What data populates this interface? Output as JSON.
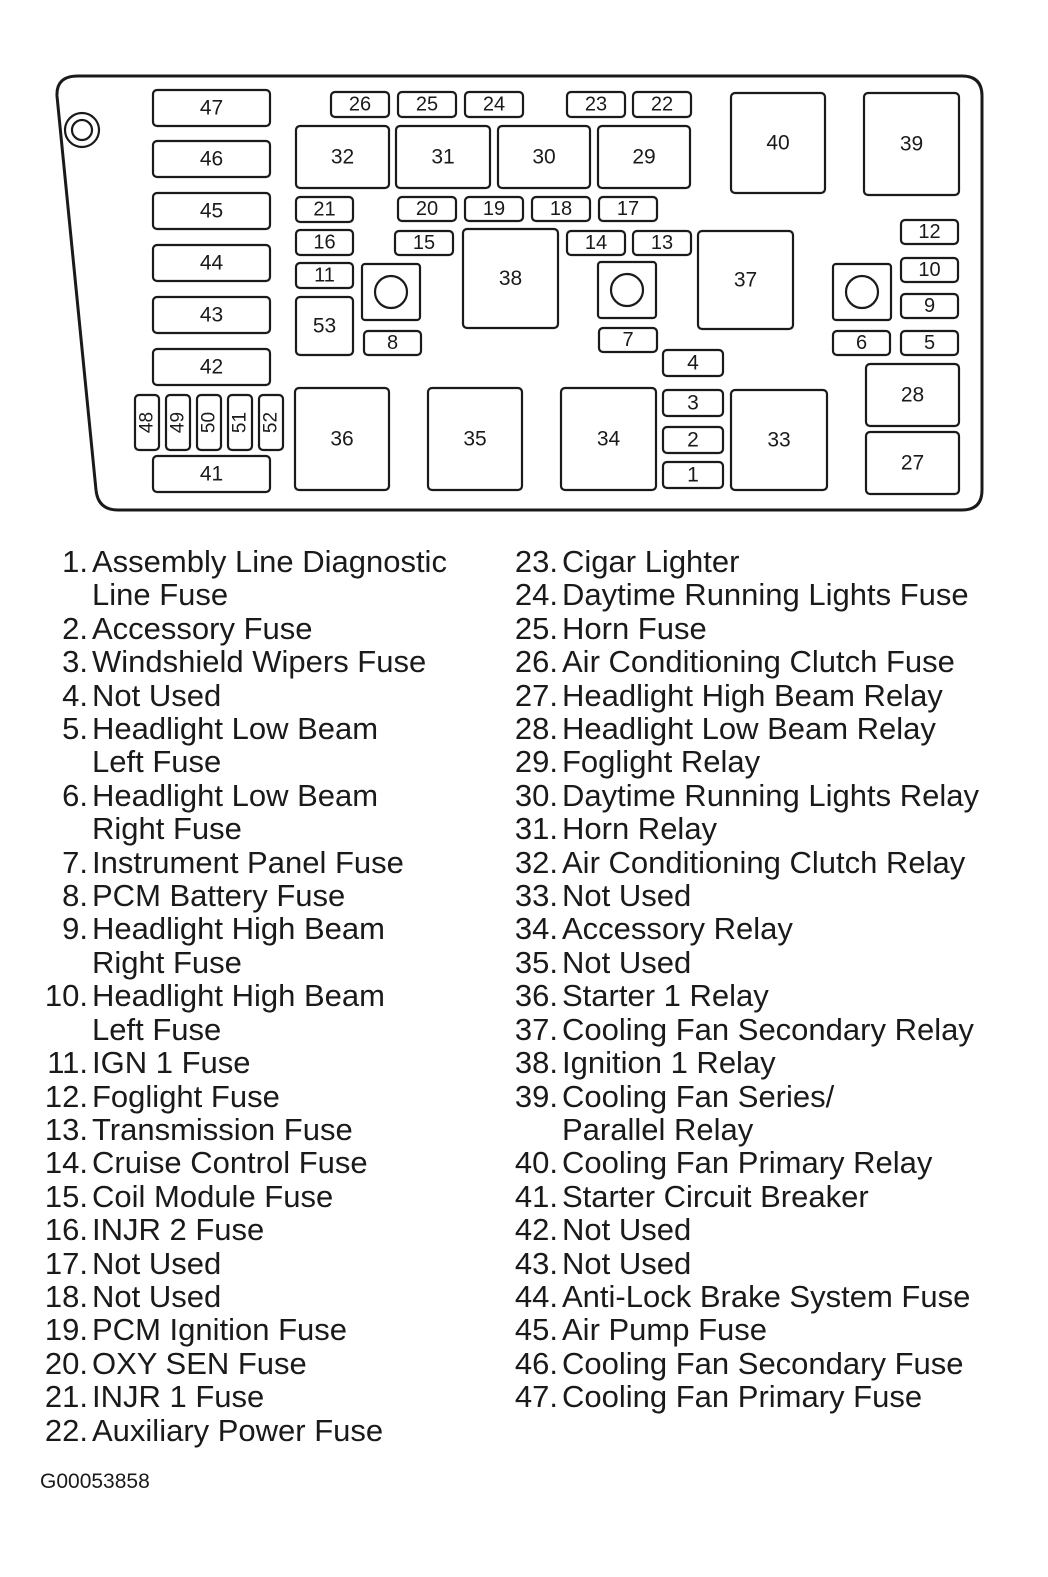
{
  "diagram": {
    "box_labels": [
      "1",
      "2",
      "3",
      "4",
      "5",
      "6",
      "7",
      "8",
      "9",
      "10",
      "11",
      "12",
      "13",
      "14",
      "15",
      "16",
      "17",
      "18",
      "19",
      "20",
      "21",
      "22",
      "23",
      "24",
      "25",
      "26",
      "27",
      "28",
      "29",
      "30",
      "31",
      "32",
      "33",
      "34",
      "35",
      "36",
      "37",
      "38",
      "39",
      "40",
      "41",
      "42",
      "43",
      "44",
      "45",
      "46",
      "47",
      "48",
      "49",
      "50",
      "51",
      "52",
      "53"
    ]
  },
  "legend": {
    "left": [
      {
        "num": "1.",
        "text": "Assembly Line Diagnostic"
      },
      {
        "num": "",
        "text": "Line Fuse"
      },
      {
        "num": "2.",
        "text": "Accessory Fuse"
      },
      {
        "num": "3.",
        "text": "Windshield Wipers Fuse"
      },
      {
        "num": "4.",
        "text": "Not Used"
      },
      {
        "num": "5.",
        "text": "Headlight Low Beam"
      },
      {
        "num": "",
        "text": "Left Fuse"
      },
      {
        "num": "6.",
        "text": "Headlight Low Beam"
      },
      {
        "num": "",
        "text": "Right Fuse"
      },
      {
        "num": "7.",
        "text": "Instrument Panel Fuse"
      },
      {
        "num": "8.",
        "text": "PCM Battery Fuse"
      },
      {
        "num": "9.",
        "text": "Headlight High Beam"
      },
      {
        "num": "",
        "text": "Right Fuse"
      },
      {
        "num": "10.",
        "text": "Headlight High Beam"
      },
      {
        "num": "",
        "text": "Left Fuse"
      },
      {
        "num": "11.",
        "text": "IGN 1 Fuse"
      },
      {
        "num": "12.",
        "text": "Foglight Fuse"
      },
      {
        "num": "13.",
        "text": "Transmission Fuse"
      },
      {
        "num": "14.",
        "text": "Cruise Control Fuse"
      },
      {
        "num": "15.",
        "text": "Coil Module Fuse"
      },
      {
        "num": "16.",
        "text": "INJR 2 Fuse"
      },
      {
        "num": "17.",
        "text": "Not Used"
      },
      {
        "num": "18.",
        "text": "Not Used"
      },
      {
        "num": "19.",
        "text": "PCM Ignition Fuse"
      },
      {
        "num": "20.",
        "text": "OXY SEN Fuse"
      },
      {
        "num": "21.",
        "text": "INJR 1 Fuse"
      },
      {
        "num": "22.",
        "text": "Auxiliary Power Fuse"
      }
    ],
    "right": [
      {
        "num": "23.",
        "text": "Cigar Lighter"
      },
      {
        "num": "24.",
        "text": "Daytime Running Lights Fuse"
      },
      {
        "num": "25.",
        "text": "Horn Fuse"
      },
      {
        "num": "26.",
        "text": "Air Conditioning Clutch Fuse"
      },
      {
        "num": "27.",
        "text": "Headlight High Beam Relay"
      },
      {
        "num": "28.",
        "text": "Headlight Low Beam Relay"
      },
      {
        "num": "29.",
        "text": "Foglight  Relay"
      },
      {
        "num": "30.",
        "text": "Daytime Running Lights Relay"
      },
      {
        "num": "31.",
        "text": "Horn Relay"
      },
      {
        "num": "32.",
        "text": "Air Conditioning Clutch Relay"
      },
      {
        "num": "33.",
        "text": "Not Used"
      },
      {
        "num": "34.",
        "text": "Accessory Relay"
      },
      {
        "num": "35.",
        "text": "Not Used"
      },
      {
        "num": "36.",
        "text": "Starter 1 Relay"
      },
      {
        "num": "37.",
        "text": "Cooling Fan Secondary Relay"
      },
      {
        "num": "38.",
        "text": "Ignition 1 Relay"
      },
      {
        "num": "39.",
        "text": "Cooling Fan Series/"
      },
      {
        "num": "",
        "text": "Parallel Relay"
      },
      {
        "num": "40.",
        "text": "Cooling Fan Primary Relay"
      },
      {
        "num": "41.",
        "text": "Starter Circuit Breaker"
      },
      {
        "num": "42.",
        "text": "Not Used"
      },
      {
        "num": "43.",
        "text": "Not Used"
      },
      {
        "num": "44.",
        "text": "Anti-Lock Brake System Fuse"
      },
      {
        "num": "45.",
        "text": "Air Pump Fuse"
      },
      {
        "num": "46.",
        "text": "Cooling Fan Secondary Fuse"
      },
      {
        "num": "47.",
        "text": "Cooling Fan Primary Fuse"
      }
    ]
  },
  "figure_id": "G00053858"
}
